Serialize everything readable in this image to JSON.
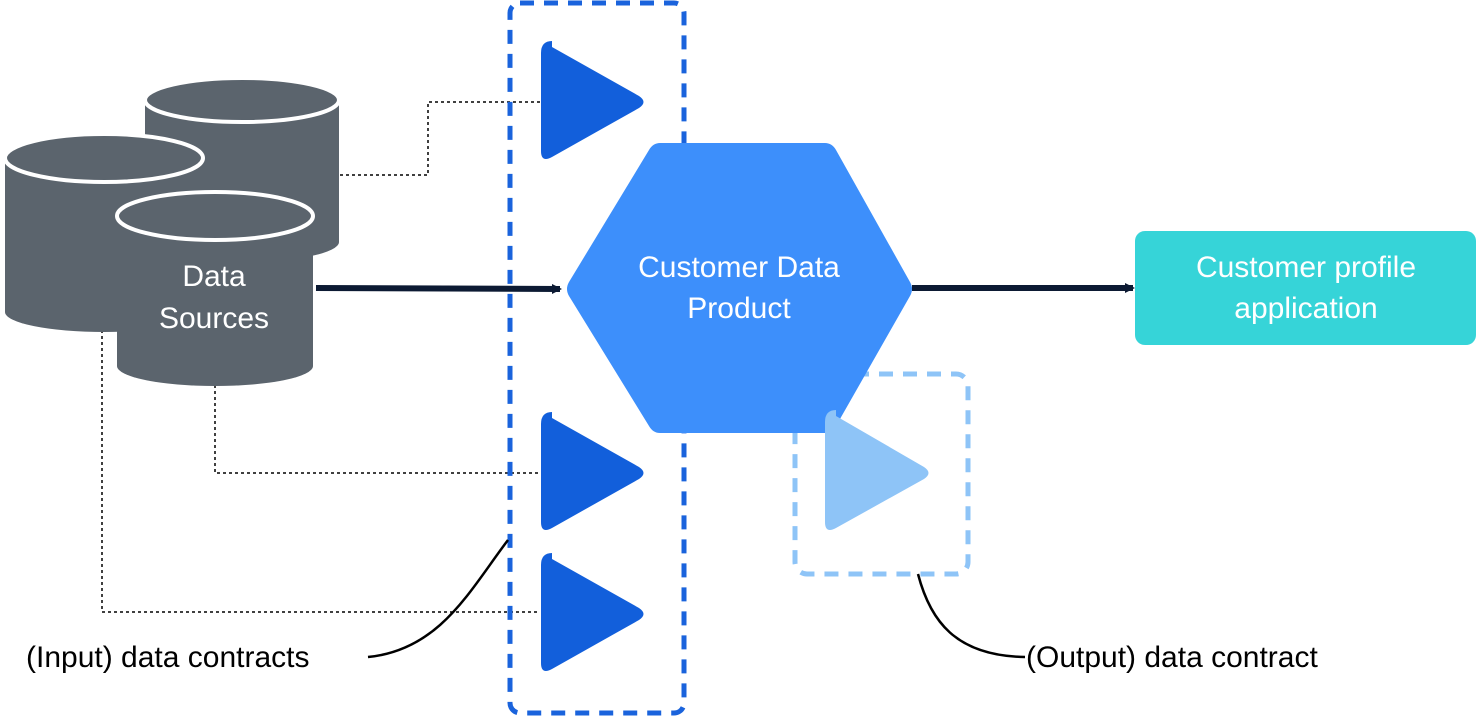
{
  "diagram": {
    "data_sources": {
      "line1": "Data",
      "line2": "Sources"
    },
    "product": {
      "line1": "Customer Data",
      "line2": "Product"
    },
    "application": {
      "line1": "Customer profile",
      "line2": "application"
    },
    "input_contracts_label": "(Input) data contracts",
    "output_contract_label": "(Output) data contract"
  },
  "colors": {
    "cylinder": "#5b646d",
    "cylinder_rim": "#ffffff",
    "triangle_input": "#125fdb",
    "triangle_output": "#8ec4f7",
    "hexagon": "#3d8ffb",
    "application_box": "#36d4d8",
    "arrow": "#0c1a33",
    "input_border": "#1a63dc",
    "output_border": "#8ec4f7"
  }
}
